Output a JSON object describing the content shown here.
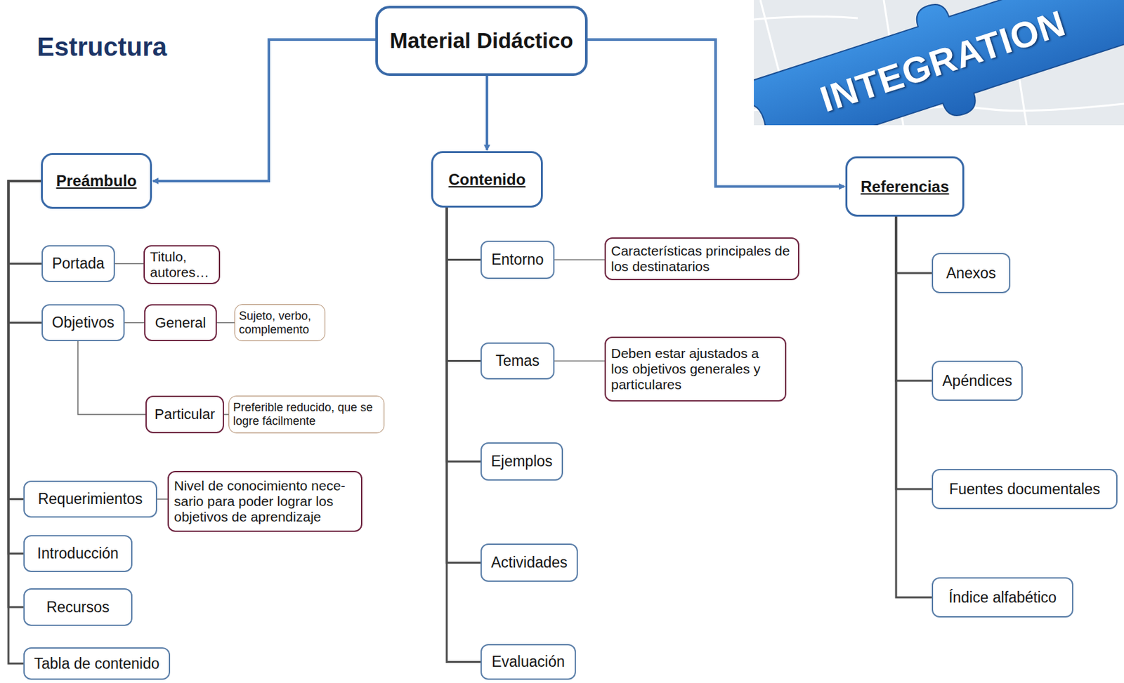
{
  "diagram": {
    "title": "Estructura",
    "nodes": [
      {
        "text": [
          "Material Didáctico"
        ]
      },
      {
        "text": [
          "Preámbulo"
        ]
      },
      {
        "text": [
          "Portada"
        ]
      },
      {
        "text": [
          "Titulo, autores…"
        ]
      },
      {
        "text": [
          "Objetivos"
        ]
      },
      {
        "text": [
          "General"
        ]
      },
      {
        "text": [
          "Sujeto, verbo, complemento"
        ]
      },
      {
        "text": [
          "Particular"
        ]
      },
      {
        "text": [
          "Preferible reducido, que se logre fácilmente"
        ]
      },
      {
        "text": [
          "Requerimientos"
        ]
      },
      {
        "text": [
          "Nivel de conocimiento nece- sario para poder lograr los objetivos de aprendizaje"
        ]
      },
      {
        "text": [
          "Introducción"
        ]
      },
      {
        "text": [
          "Recursos"
        ]
      },
      {
        "text": [
          "Tabla de contenido"
        ]
      },
      {
        "text": [
          "Contenido"
        ]
      },
      {
        "text": [
          "Entorno"
        ]
      },
      {
        "text": [
          "Características principales de los destinatarios"
        ]
      },
      {
        "text": [
          "Temas"
        ]
      },
      {
        "text": [
          "Deben estar ajustados a los objetivos generales y particulares"
        ]
      },
      {
        "text": [
          "Ejemplos"
        ]
      },
      {
        "text": [
          "Actividades"
        ]
      },
      {
        "text": [
          "Evaluación"
        ]
      },
      {
        "text": [
          "Referencias"
        ]
      },
      {
        "text": [
          "Anexos"
        ]
      },
      {
        "text": [
          "Apéndices"
        ]
      },
      {
        "text": [
          "Fuentes documentales"
        ]
      },
      {
        "text": [
          "Índice alfabético"
        ]
      }
    ],
    "edges": [
      {
        "from": 0,
        "to": 1,
        "arrow": "to"
      },
      {
        "from": 0,
        "to": 14,
        "arrow": "to"
      },
      {
        "from": 0,
        "to": 22,
        "arrow": "to"
      },
      {
        "from": 1,
        "to": 2,
        "arrow": "none"
      },
      {
        "from": 1,
        "to": 4,
        "arrow": "none"
      },
      {
        "from": 1,
        "to": 9,
        "arrow": "none"
      },
      {
        "from": 1,
        "to": 11,
        "arrow": "none"
      },
      {
        "from": 1,
        "to": 12,
        "arrow": "none"
      },
      {
        "from": 1,
        "to": 13,
        "arrow": "none"
      },
      {
        "from": 2,
        "to": 3,
        "arrow": "none"
      },
      {
        "from": 4,
        "to": 5,
        "arrow": "none"
      },
      {
        "from": 5,
        "to": 6,
        "arrow": "none"
      },
      {
        "from": 4,
        "to": 7,
        "arrow": "none"
      },
      {
        "from": 7,
        "to": 8,
        "arrow": "none"
      },
      {
        "from": 9,
        "to": 10,
        "arrow": "none"
      },
      {
        "from": 14,
        "to": 15,
        "arrow": "none"
      },
      {
        "from": 14,
        "to": 17,
        "arrow": "none"
      },
      {
        "from": 14,
        "to": 19,
        "arrow": "none"
      },
      {
        "from": 14,
        "to": 20,
        "arrow": "none"
      },
      {
        "from": 14,
        "to": 21,
        "arrow": "none"
      },
      {
        "from": 15,
        "to": 16,
        "arrow": "none"
      },
      {
        "from": 17,
        "to": 18,
        "arrow": "none"
      },
      {
        "from": 22,
        "to": 23,
        "arrow": "none"
      },
      {
        "from": 22,
        "to": 24,
        "arrow": "none"
      },
      {
        "from": 22,
        "to": 25,
        "arrow": "none"
      },
      {
        "from": 22,
        "to": 26,
        "arrow": "none"
      }
    ],
    "labels": [
      "INTEGRATION"
    ]
  }
}
